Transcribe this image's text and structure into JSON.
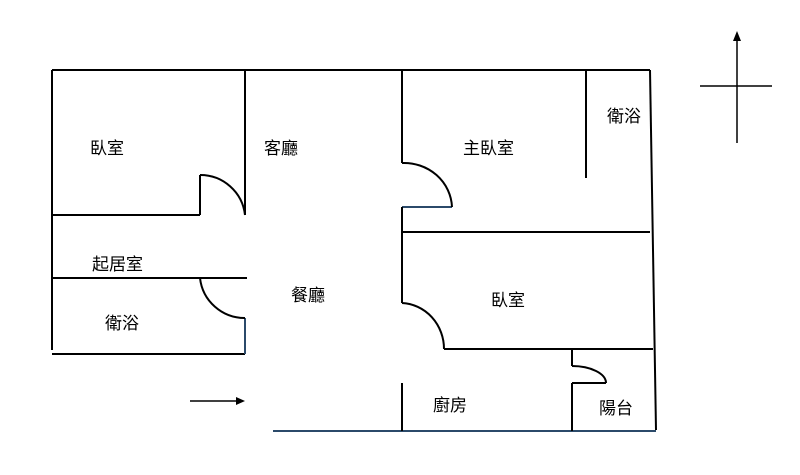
{
  "rooms": {
    "bedroom_1": "臥室",
    "living_room": "客廳",
    "master_bedroom": "主臥室",
    "bathroom_master": "衛浴",
    "family_room": "起居室",
    "dining_room": "餐廳",
    "bedroom_2": "臥室",
    "bathroom": "衛浴",
    "kitchen": "廚房",
    "balcony": "陽台"
  },
  "colors": {
    "wall": "#000000",
    "wall_accent": "#2b4a6a",
    "background": "#ffffff"
  },
  "icons": {
    "compass": "north-arrow-cross",
    "entrance": "right-arrow"
  }
}
